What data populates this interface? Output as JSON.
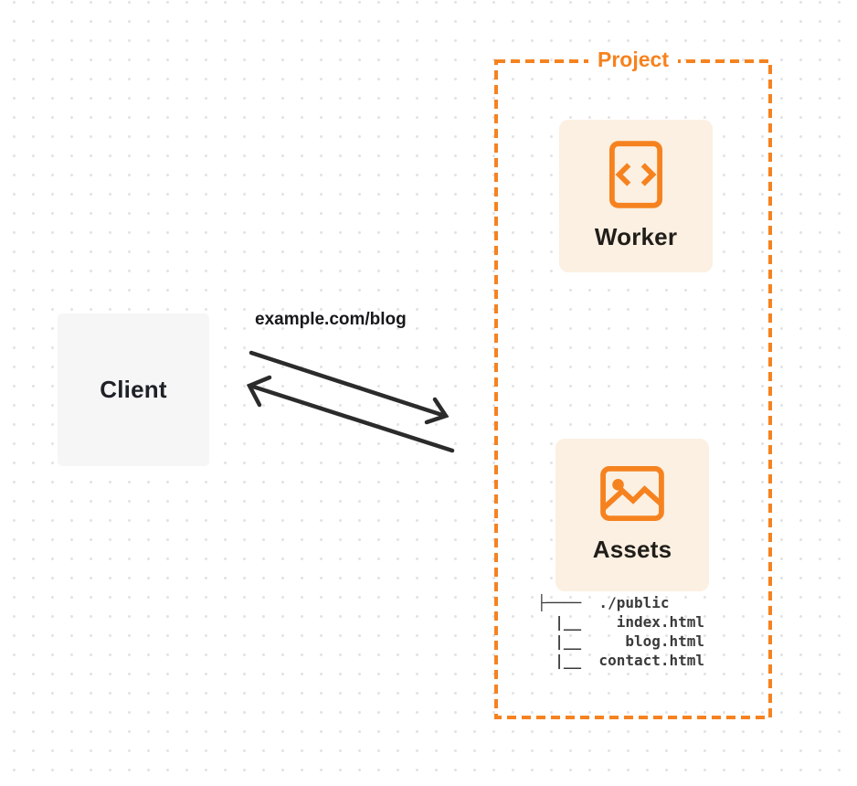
{
  "client": {
    "label": "Client"
  },
  "request": {
    "url_label": "example.com/blog"
  },
  "project": {
    "title": "Project",
    "worker": {
      "label": "Worker"
    },
    "assets": {
      "label": "Assets"
    },
    "file_tree": {
      "lines": [
        "├────  ./public",
        "  |__    index.html",
        "  |__     blog.html",
        "  |__  contact.html"
      ]
    }
  },
  "icons": {
    "worker": "code-document-icon",
    "assets": "image-icon"
  },
  "colors": {
    "accent_orange": "#f6821f",
    "card_background": "#fbf0e2",
    "client_background": "#f6f6f7",
    "arrow": "#2b2b2b",
    "text_dark": "#1e2126",
    "tree_text": "#3a3a3a",
    "dot_grid": "#e3e3e6"
  }
}
